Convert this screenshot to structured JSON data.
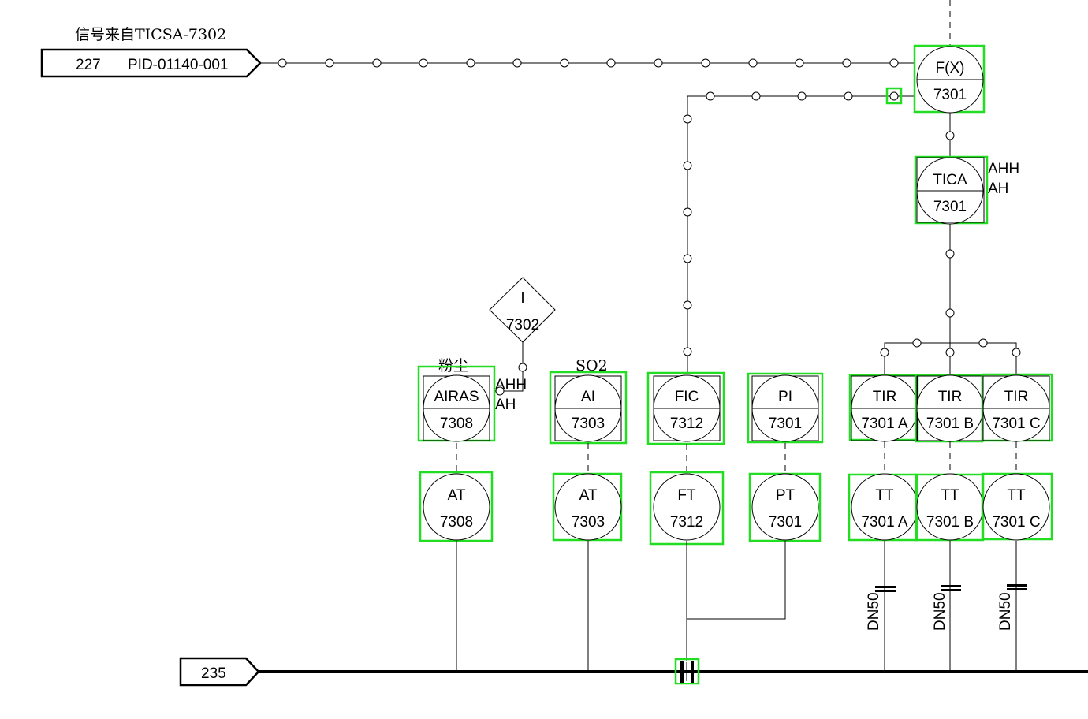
{
  "signal_source_label": "信号来自TICSA-7302",
  "offpage_top": {
    "number": "227",
    "ref": "PID-01140-001"
  },
  "offpage_bottom": {
    "number": "235"
  },
  "labels": {
    "dust": "粉尘",
    "so2": "SO2",
    "fx_tag": "F(X)",
    "fx_num": "7301",
    "tica_tag": "TICA",
    "tica_num": "7301",
    "tica_alarm_hh": "AHH",
    "tica_alarm_h": "AH",
    "interlock_tag": "I",
    "interlock_num": "7302",
    "airas_alarm_hh": "AHH",
    "airas_alarm_h": "AH"
  },
  "instruments": {
    "airas": {
      "tag": "AIRAS",
      "num": "7308"
    },
    "ai": {
      "tag": "AI",
      "num": "7303"
    },
    "fic": {
      "tag": "FIC",
      "num": "7312"
    },
    "pi": {
      "tag": "PI",
      "num": "7301"
    },
    "tir_a": {
      "tag": "TIR",
      "num": "7301 A"
    },
    "tir_b": {
      "tag": "TIR",
      "num": "7301 B"
    },
    "tir_c": {
      "tag": "TIR",
      "num": "7301 C"
    },
    "at_8": {
      "tag": "AT",
      "num": "7308"
    },
    "at_3": {
      "tag": "AT",
      "num": "7303"
    },
    "ft": {
      "tag": "FT",
      "num": "7312"
    },
    "pt": {
      "tag": "PT",
      "num": "7301"
    },
    "tt_a": {
      "tag": "TT",
      "num": "7301 A"
    },
    "tt_b": {
      "tag": "TT",
      "num": "7301 B"
    },
    "tt_c": {
      "tag": "TT",
      "num": "7301 C"
    }
  },
  "pipe_size": "DN50",
  "colors": {
    "highlight": "#22dd22",
    "line": "#000000"
  }
}
